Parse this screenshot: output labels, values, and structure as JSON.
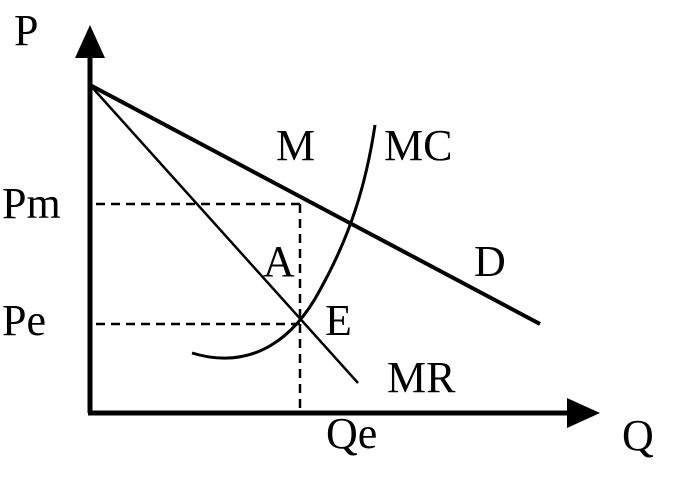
{
  "labels": {
    "price_axis": "P",
    "quantity_axis": "Q",
    "monopoly_price": "Pm",
    "equilibrium_price": "Pe",
    "equilibrium_quantity": "Qe",
    "monopoly_point": "M",
    "marginal_cost": "MC",
    "demand": "D",
    "point_a": "A",
    "point_e": "E",
    "marginal_revenue": "MR"
  },
  "colors": {
    "ink": "#000000",
    "background": "#ffffff"
  }
}
